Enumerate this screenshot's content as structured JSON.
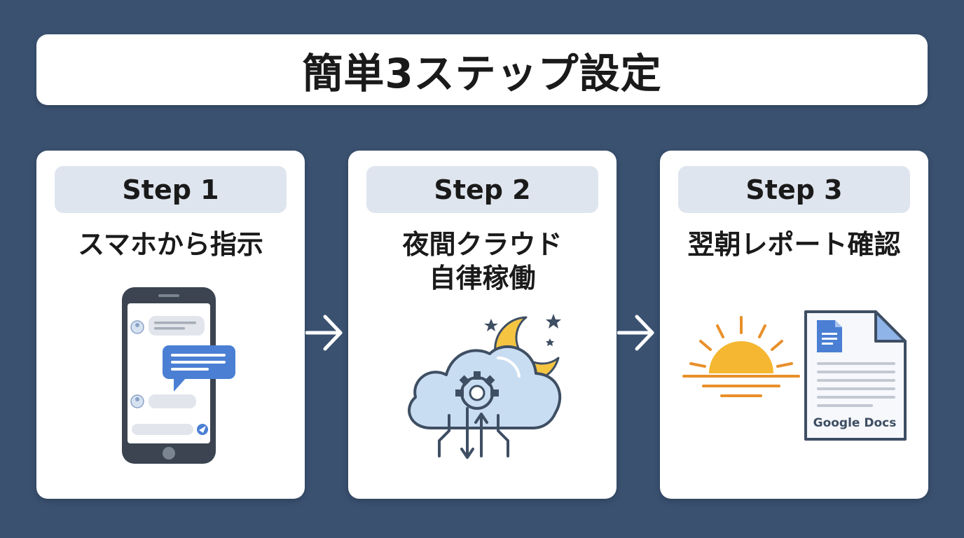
{
  "title": "簡単3ステップ設定",
  "steps": [
    {
      "label": "Step 1",
      "desc_lines": [
        "スマホから指示"
      ]
    },
    {
      "label": "Step 2",
      "desc_lines": [
        "夜間クラウド",
        "自律稼働"
      ]
    },
    {
      "label": "Step 3",
      "desc_lines": [
        "翌朝レポート確認"
      ]
    }
  ],
  "doc_label": "Google Docs",
  "colors": {
    "background": "#3a5170",
    "card": "#ffffff",
    "pill": "#dfe5ee",
    "accent_blue": "#4a7fd4",
    "sun": "#f5b731",
    "sun_rays": "#e8902a",
    "moon": "#f5c542",
    "cloud": "#c9ddf2",
    "outline": "#3e4e63"
  },
  "icons": [
    "smartphone-chat-icon",
    "cloud-gear-moon-icon",
    "sunrise-icon",
    "google-docs-icon",
    "right-arrow-icon"
  ]
}
